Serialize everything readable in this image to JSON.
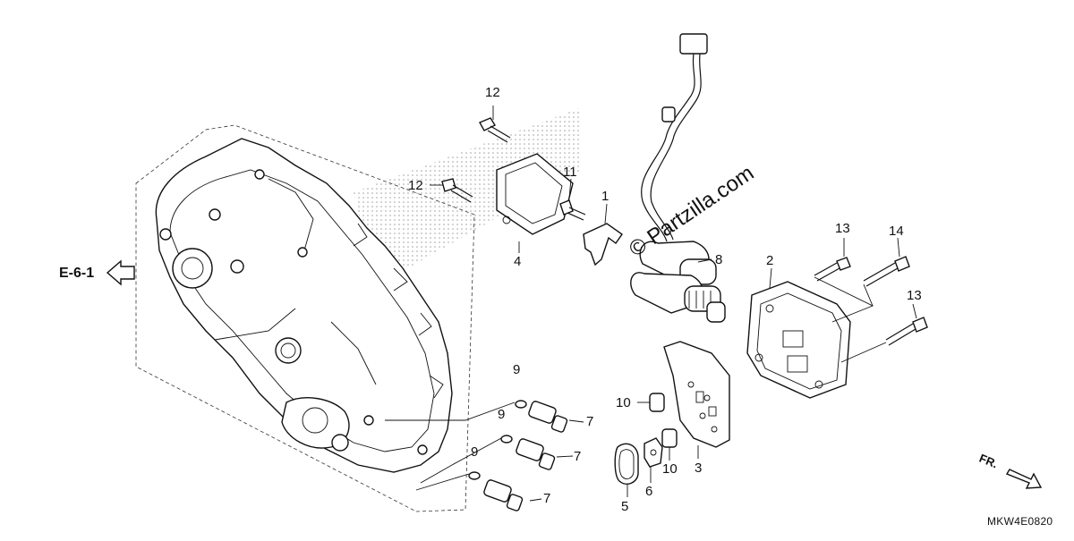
{
  "diagram": {
    "part_labels": {
      "p1": "1",
      "p2": "2",
      "p3": "3",
      "p4": "4",
      "p5": "5",
      "p6": "6",
      "p7": "7",
      "p8": "8",
      "p9": "9",
      "p10": "10",
      "p11": "11",
      "p12": "12",
      "p13": "13",
      "p14": "14"
    },
    "reference": "E-6-1",
    "diagram_code": "MKW4E0820",
    "front_label": "FR.",
    "watermark": "© Partzilla.com"
  }
}
